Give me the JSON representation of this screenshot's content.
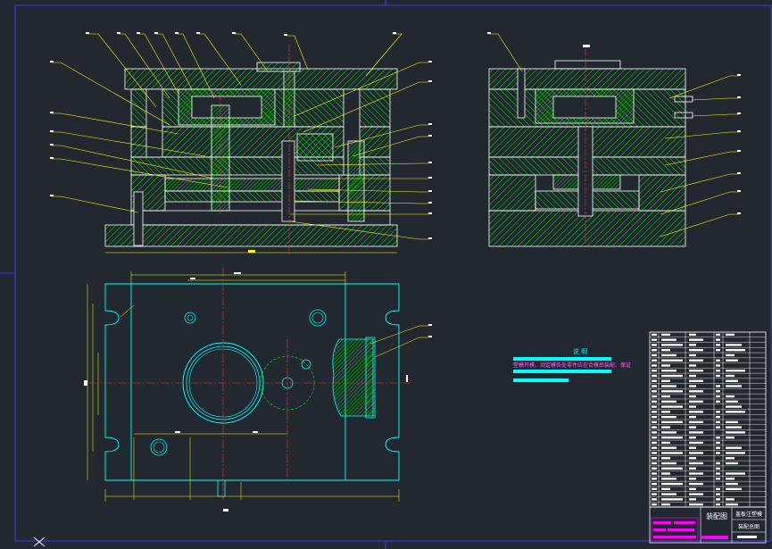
{
  "notes": {
    "heading": "说 明",
    "line1": "塑模开模、动定模各处零件应在合模后装配、保证"
  },
  "title_block": {
    "drawing_name": "装配图",
    "part_name_1": "盖板注塑模",
    "part_name_2": "装配总图"
  },
  "colors": {
    "background": "#212830",
    "outline": "#ffffff",
    "hatch": "#00ff00",
    "leader": "#ffff00",
    "centerline": "#ff3333",
    "plan": "#00ffff",
    "magenta": "#ff00ff"
  }
}
